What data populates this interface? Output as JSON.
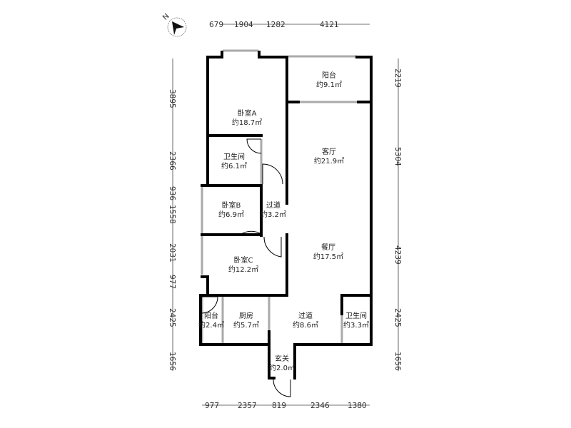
{
  "compass": {
    "label": "N",
    "icon": "north-arrow-compass-icon"
  },
  "dimensions": {
    "top": [
      "679",
      "1904",
      "1282",
      "4121"
    ],
    "bottom": [
      "977",
      "2357",
      "819",
      "2346",
      "1380"
    ],
    "left": [
      "3895",
      "2366",
      "936",
      "1558",
      "2031",
      "977",
      "2425",
      "1656"
    ],
    "right": [
      "2219",
      "5304",
      "4239",
      "2425",
      "1656"
    ]
  },
  "rooms": [
    {
      "name": "阳台",
      "area": "约9.1㎡"
    },
    {
      "name": "卧室A",
      "area": "约18.7㎡"
    },
    {
      "name": "客厅",
      "area": "约21.9㎡"
    },
    {
      "name": "卫生间",
      "area": "约6.1㎡"
    },
    {
      "name": "卧室B",
      "area": "约6.9㎡"
    },
    {
      "name": "过道",
      "area": "约3.2㎡"
    },
    {
      "name": "餐厅",
      "area": "约17.5㎡"
    },
    {
      "name": "卧室C",
      "area": "约12.2㎡"
    },
    {
      "name": "阳台",
      "area": "约2.4㎡"
    },
    {
      "name": "厨房",
      "area": "约5.7㎡"
    },
    {
      "name": "过道",
      "area": "约8.6㎡"
    },
    {
      "name": "卫生间",
      "area": "约3.3㎡"
    },
    {
      "name": "玄关",
      "area": "约2.0㎡"
    }
  ]
}
